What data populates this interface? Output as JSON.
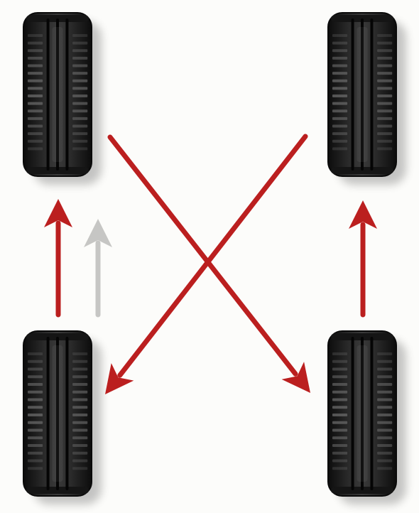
{
  "diagram": {
    "type": "tire-rotation",
    "background_color": "#fcfcfa",
    "arrow_color": "#bb1f1f",
    "secondary_arrow_color": "#c6c6c4",
    "tire_color": "#1b1b1b",
    "tires": [
      {
        "id": "front-left-tire",
        "icon": "tire-icon"
      },
      {
        "id": "front-right-tire",
        "icon": "tire-icon"
      },
      {
        "id": "rear-left-tire",
        "icon": "tire-icon"
      },
      {
        "id": "rear-right-tire",
        "icon": "tire-icon"
      }
    ],
    "arrows": [
      {
        "id": "arrow-rear-left-to-front-left",
        "from": "rear-left-tire",
        "to": "front-left-tire",
        "style": "primary"
      },
      {
        "id": "arrow-rear-left-to-front-left-alt",
        "from": "rear-left-tire",
        "to": "front-left-tire",
        "style": "secondary"
      },
      {
        "id": "arrow-rear-right-to-front-right",
        "from": "rear-right-tire",
        "to": "front-right-tire",
        "style": "primary"
      },
      {
        "id": "arrow-front-left-to-rear-right",
        "from": "front-left-tire",
        "to": "rear-right-tire",
        "style": "primary"
      },
      {
        "id": "arrow-front-right-to-rear-left",
        "from": "front-right-tire",
        "to": "rear-left-tire",
        "style": "primary"
      }
    ]
  }
}
